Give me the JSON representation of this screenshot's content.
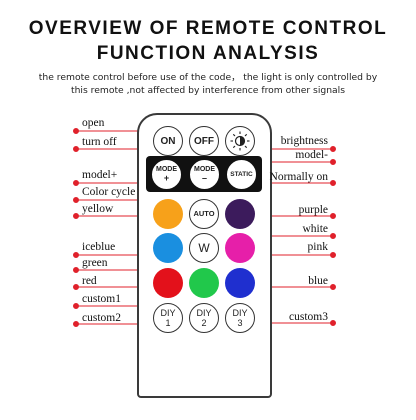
{
  "title": {
    "line1": "OVERVIEW OF REMOTE CONTROL",
    "line2": "FUNCTION ANALYSIS"
  },
  "subtitle": {
    "line1": "the remote control before use of the code， the light is only controlled by",
    "line2": "this remote ,not affected by interference from other signals"
  },
  "buttons": {
    "on": "ON",
    "off": "OFF",
    "mode_plus": "MODE",
    "mode_plus_sign": "+",
    "mode_minus": "MODE",
    "mode_minus_sign": "–",
    "static": "STATIC",
    "auto": "AUTO",
    "white": "W",
    "diy1": "DIY",
    "diy1_num": "1",
    "diy2": "DIY",
    "diy2_num": "2",
    "diy3": "DIY",
    "diy3_num": "3"
  },
  "button_colors": {
    "yellow": "#f7a11a",
    "purple": "#3c1b5c",
    "iceblue": "#1a8fe0",
    "pink": "#e61fa9",
    "red": "#e3111b",
    "green": "#21c84b",
    "blue": "#1f2fcf"
  },
  "labels": {
    "open": "open",
    "turn_off": "turn off",
    "brightness": "brightness",
    "model_minus": "model-",
    "model_plus": "model+",
    "normally_on": "Normally on",
    "color_cycle": "Color cycle",
    "yellow": "yellow",
    "purple": "purple",
    "white": "white",
    "iceblue": "iceblue",
    "pink": "pink",
    "green": "green",
    "red": "red",
    "blue": "blue",
    "custom1": "custom1",
    "custom2": "custom2",
    "custom3": "custom3"
  },
  "accent_color": "#e0212b"
}
